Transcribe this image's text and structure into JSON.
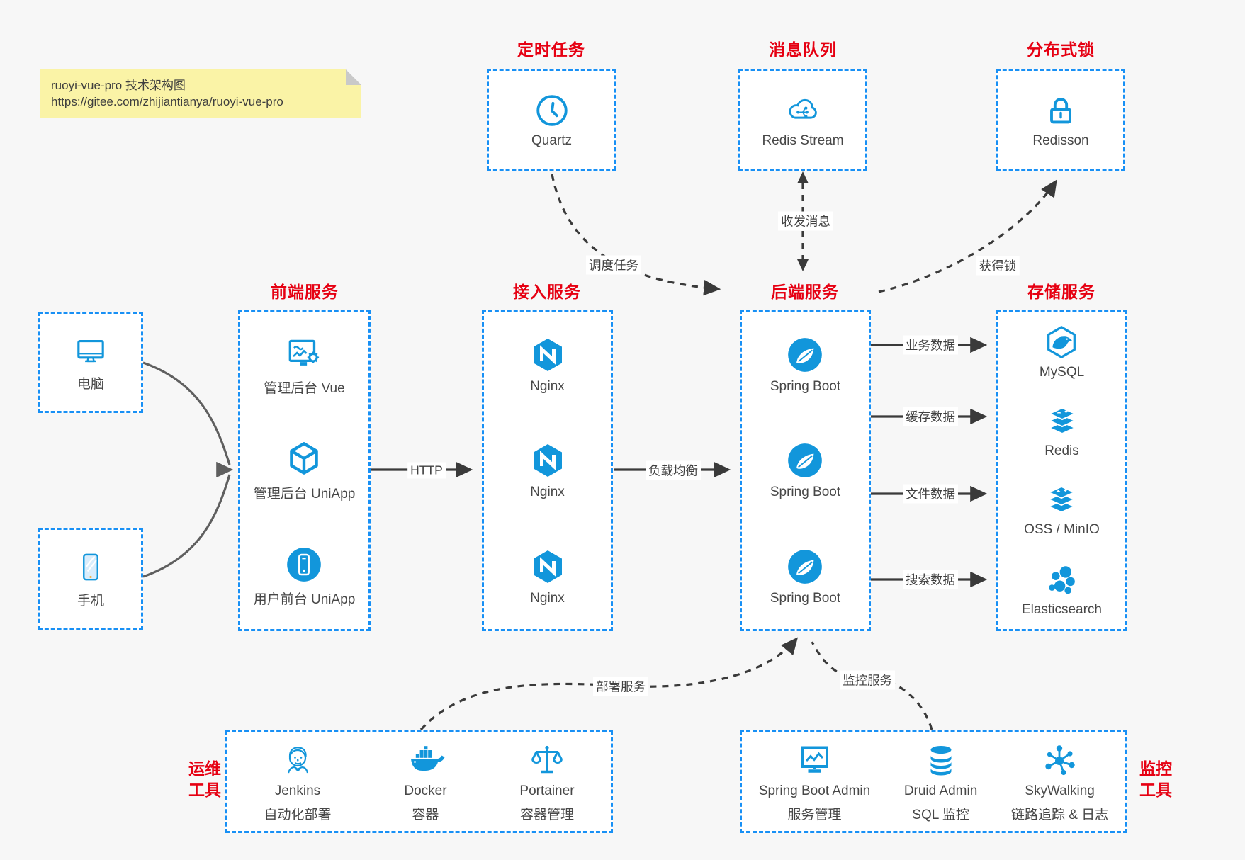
{
  "note": {
    "title": "ruoyi-vue-pro 技术架构图",
    "url": "https://gitee.com/zhijiantianya/ruoyi-vue-pro"
  },
  "colors": {
    "accent_blue": "#1296db",
    "border_blue": "#1890f5",
    "title_red": "#e60012",
    "note_yellow": "#faf3a6",
    "arrow_dark": "#3a3a3a",
    "arrow_gray": "#666666",
    "page_background": "#f7f7f7"
  },
  "groups": {
    "timer": {
      "title": "定时任务",
      "item": {
        "label": "Quartz"
      }
    },
    "mq": {
      "title": "消息队列",
      "item": {
        "label": "Redis Stream"
      }
    },
    "lock": {
      "title": "分布式锁",
      "item": {
        "label": "Redisson"
      }
    },
    "clients": {
      "pc": {
        "label": "电脑"
      },
      "phone": {
        "label": "手机"
      }
    },
    "frontend": {
      "title": "前端服务",
      "items": [
        {
          "label": "管理后台 Vue"
        },
        {
          "label": "管理后台 UniApp"
        },
        {
          "label": "用户前台 UniApp"
        }
      ]
    },
    "access": {
      "title": "接入服务",
      "items": [
        {
          "label": "Nginx"
        },
        {
          "label": "Nginx"
        },
        {
          "label": "Nginx"
        }
      ]
    },
    "backend": {
      "title": "后端服务",
      "items": [
        {
          "label": "Spring Boot"
        },
        {
          "label": "Spring Boot"
        },
        {
          "label": "Spring Boot"
        }
      ]
    },
    "storage": {
      "title": "存储服务",
      "items": [
        {
          "label": "MySQL"
        },
        {
          "label": "Redis"
        },
        {
          "label": "OSS / MinIO"
        },
        {
          "label": "Elasticsearch"
        }
      ]
    },
    "ops": {
      "side_title": "运维\n工具",
      "items": [
        {
          "name": "Jenkins",
          "desc": "自动化部署"
        },
        {
          "name": "Docker",
          "desc": "容器"
        },
        {
          "name": "Portainer",
          "desc": "容器管理"
        }
      ]
    },
    "monitoring": {
      "side_title": "监控\n工具",
      "items": [
        {
          "name": "Spring Boot Admin",
          "desc": "服务管理"
        },
        {
          "name": "Druid Admin",
          "desc": "SQL 监控"
        },
        {
          "name": "SkyWalking",
          "desc": "链路追踪 & 日志"
        }
      ]
    }
  },
  "edges": {
    "http": "HTTP",
    "load_balance": "负载均衡",
    "business_data": "业务数据",
    "cache_data": "缓存数据",
    "file_data": "文件数据",
    "search_data": "搜索数据",
    "schedule_job": "调度任务",
    "send_receive_message": "收发消息",
    "acquire_lock": "获得锁",
    "deploy_service": "部署服务",
    "monitor_service": "监控服务"
  }
}
